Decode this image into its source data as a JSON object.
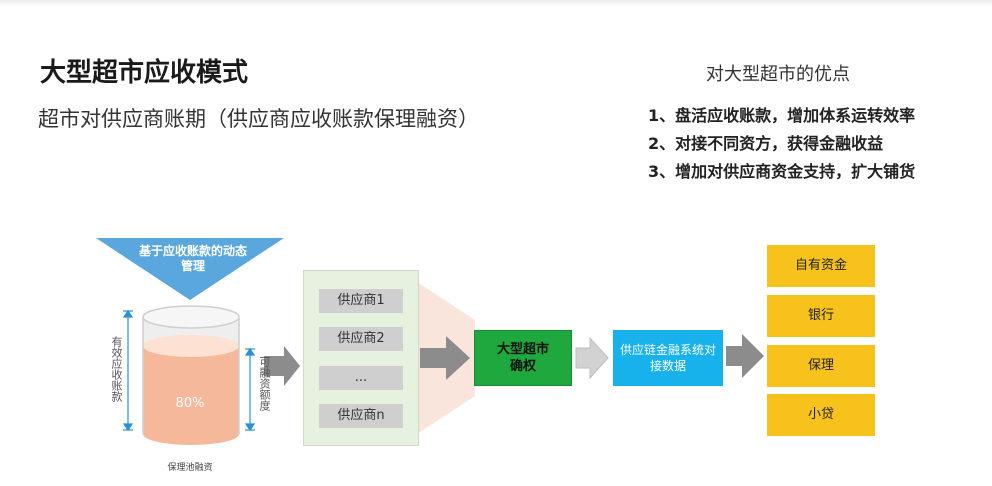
{
  "title": "大型超市应收模式",
  "subtitle": "超市对供应商账期（供应商应收账款保理融资）",
  "advantages": {
    "title": "对大型超市的优点",
    "items": [
      "1、盘活应收账款，增加体系运转效率",
      "2、对接不同资方，获得金融收益",
      "3、增加对供应商资金支持，扩大铺货"
    ]
  },
  "diagram": {
    "funnel_label": "基于应收账款的动态管理",
    "cylinder_percent": "80%",
    "left_axis_label": "有效应收账款",
    "right_axis_label": "可融资额度",
    "pool_label": "保理池融资",
    "suppliers": [
      "供应商1",
      "供应商2",
      "...",
      "供应商n"
    ],
    "confirm_box": "大型超市确权",
    "system_box": "供应链金融系统对接数据",
    "funding_sources": [
      "自有资金",
      "银行",
      "保理",
      "小贷"
    ]
  },
  "colors": {
    "funnel": "#5aa7de",
    "cylinder_fill": "#f5b89a",
    "supplier_panel": "#e6f1df",
    "supplier_item": "#cfcfcf",
    "confirm_green": "#1fa83d",
    "system_blue": "#17b2ec",
    "funding_yellow": "#f7c21b",
    "arrow_gray": "#8c8c8c"
  }
}
